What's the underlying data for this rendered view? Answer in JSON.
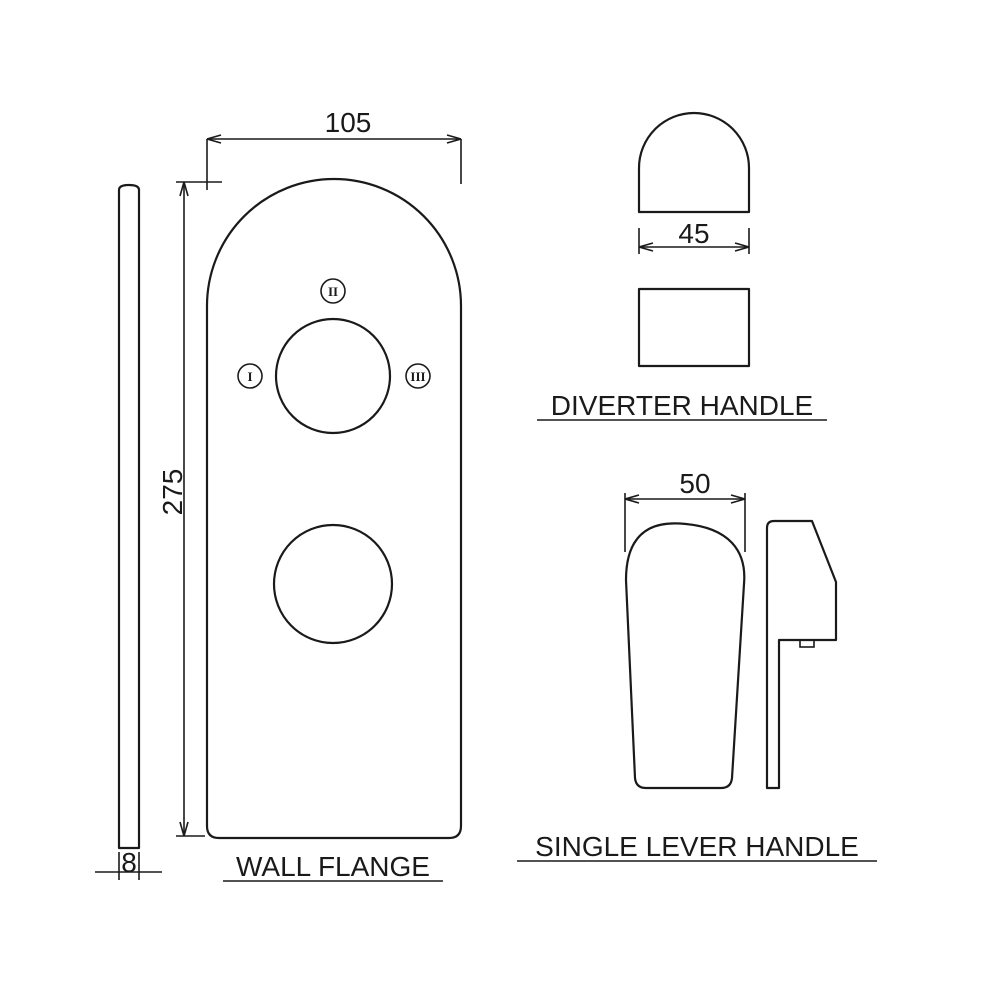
{
  "wall_flange": {
    "caption": "WALL FLANGE",
    "width_dim": "105",
    "height_dim": "275",
    "thickness_dim": "8",
    "positions": [
      "I",
      "II",
      "III"
    ]
  },
  "diverter_handle": {
    "caption": "DIVERTER HANDLE",
    "width_dim": "45"
  },
  "single_lever_handle": {
    "caption": "SINGLE LEVER HANDLE",
    "width_dim": "50"
  }
}
